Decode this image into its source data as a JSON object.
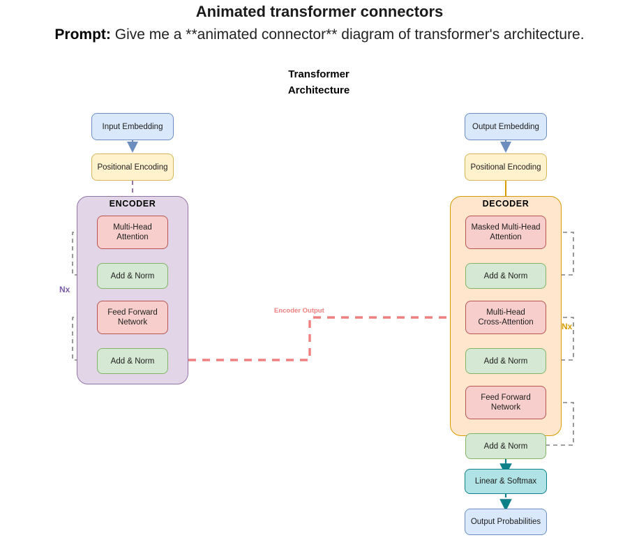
{
  "header": {
    "title": "Animated transformer connectors",
    "prompt_label": "Prompt:",
    "prompt_text": "Give me a **animated connector** diagram of transformer's architecture."
  },
  "diagram": {
    "title_line1": "Transformer",
    "title_line2": "Architecture",
    "encoder_container_label": "ENCODER",
    "decoder_container_label": "DECODER",
    "encoder_nx": "Nx",
    "decoder_nx": "Nx",
    "cross_edge_label": "Encoder Output",
    "colors": {
      "blue_fill": "#dae8fc",
      "blue_stroke": "#6c8ebf",
      "yellow_fill": "#fff2cc",
      "yellow_stroke": "#d6b656",
      "red_fill": "#f8cecc",
      "red_stroke": "#b85450",
      "green_fill": "#d5e8d4",
      "green_stroke": "#82b366",
      "teal_fill": "#b0e3e6",
      "teal_stroke": "#0e8088",
      "encoder_fill": "#e1d5e7",
      "encoder_stroke": "#9673a6",
      "decoder_fill": "#ffe6cc",
      "decoder_stroke": "#d79b00",
      "cross_edge": "#f08080",
      "residual_edge": "#808080"
    },
    "encoder_nodes": [
      {
        "id": "input-embedding",
        "label": "Input Embedding"
      },
      {
        "id": "enc-positional-encoding",
        "label": "Positional Encoding"
      },
      {
        "id": "enc-multi-head-attention",
        "label": "Multi-Head\nAttention"
      },
      {
        "id": "enc-add-norm-1",
        "label": "Add & Norm"
      },
      {
        "id": "enc-feed-forward",
        "label": "Feed Forward\nNetwork"
      },
      {
        "id": "enc-add-norm-2",
        "label": "Add & Norm"
      }
    ],
    "decoder_nodes": [
      {
        "id": "output-embedding",
        "label": "Output Embedding"
      },
      {
        "id": "dec-positional-encoding",
        "label": "Positional Encoding"
      },
      {
        "id": "dec-masked-attention",
        "label": "Masked Multi-Head\nAttention"
      },
      {
        "id": "dec-add-norm-1",
        "label": "Add & Norm"
      },
      {
        "id": "dec-cross-attention",
        "label": "Multi-Head\nCross-Attention"
      },
      {
        "id": "dec-add-norm-2",
        "label": "Add & Norm"
      },
      {
        "id": "dec-feed-forward",
        "label": "Feed Forward\nNetwork"
      },
      {
        "id": "dec-add-norm-3",
        "label": "Add & Norm"
      },
      {
        "id": "linear-softmax",
        "label": "Linear & Softmax"
      },
      {
        "id": "output-probabilities",
        "label": "Output Probabilities"
      }
    ]
  }
}
